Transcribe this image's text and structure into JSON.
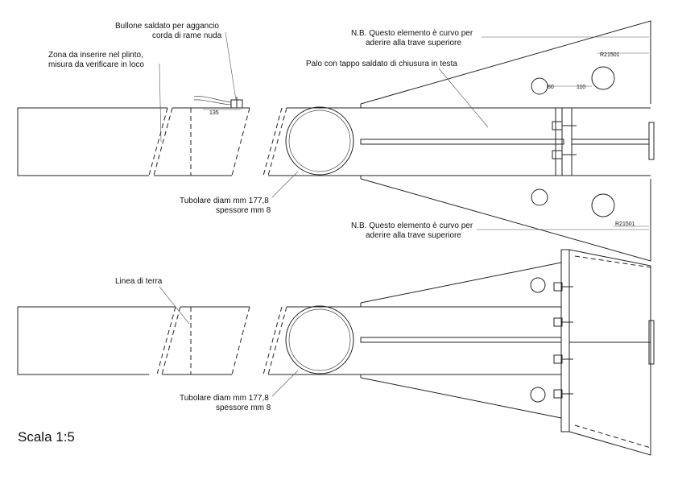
{
  "labels": {
    "bullone_l1": "Bullone saldato per aggancio",
    "bullone_l2": "corda di rame nuda",
    "zona_l1": "Zona da inserire nel plinto,",
    "zona_l2": "misura da verificare in loco",
    "nb1_l1": "N.B. Questo elemento è curvo per",
    "nb1_l2": "aderire alla trave superiore",
    "palo": "Palo con tappo saldato di chiusura in testa",
    "tub1_l1": "Tubolare diam mm 177,8",
    "tub1_l2": "spessore mm 8",
    "nb2_l1": "N.B. Questo elemento è curvo per",
    "nb2_l2": "aderire alla trave superiore",
    "linea": "Linea di terra",
    "tub2_l1": "Tubolare diam mm 177,8",
    "tub2_l2": "spessore mm 8",
    "scala": "Scala 1:5"
  },
  "dimensions": {
    "d135": "135",
    "d60": "60",
    "d110": "110",
    "r1": "R21501",
    "r2": "R21501"
  }
}
